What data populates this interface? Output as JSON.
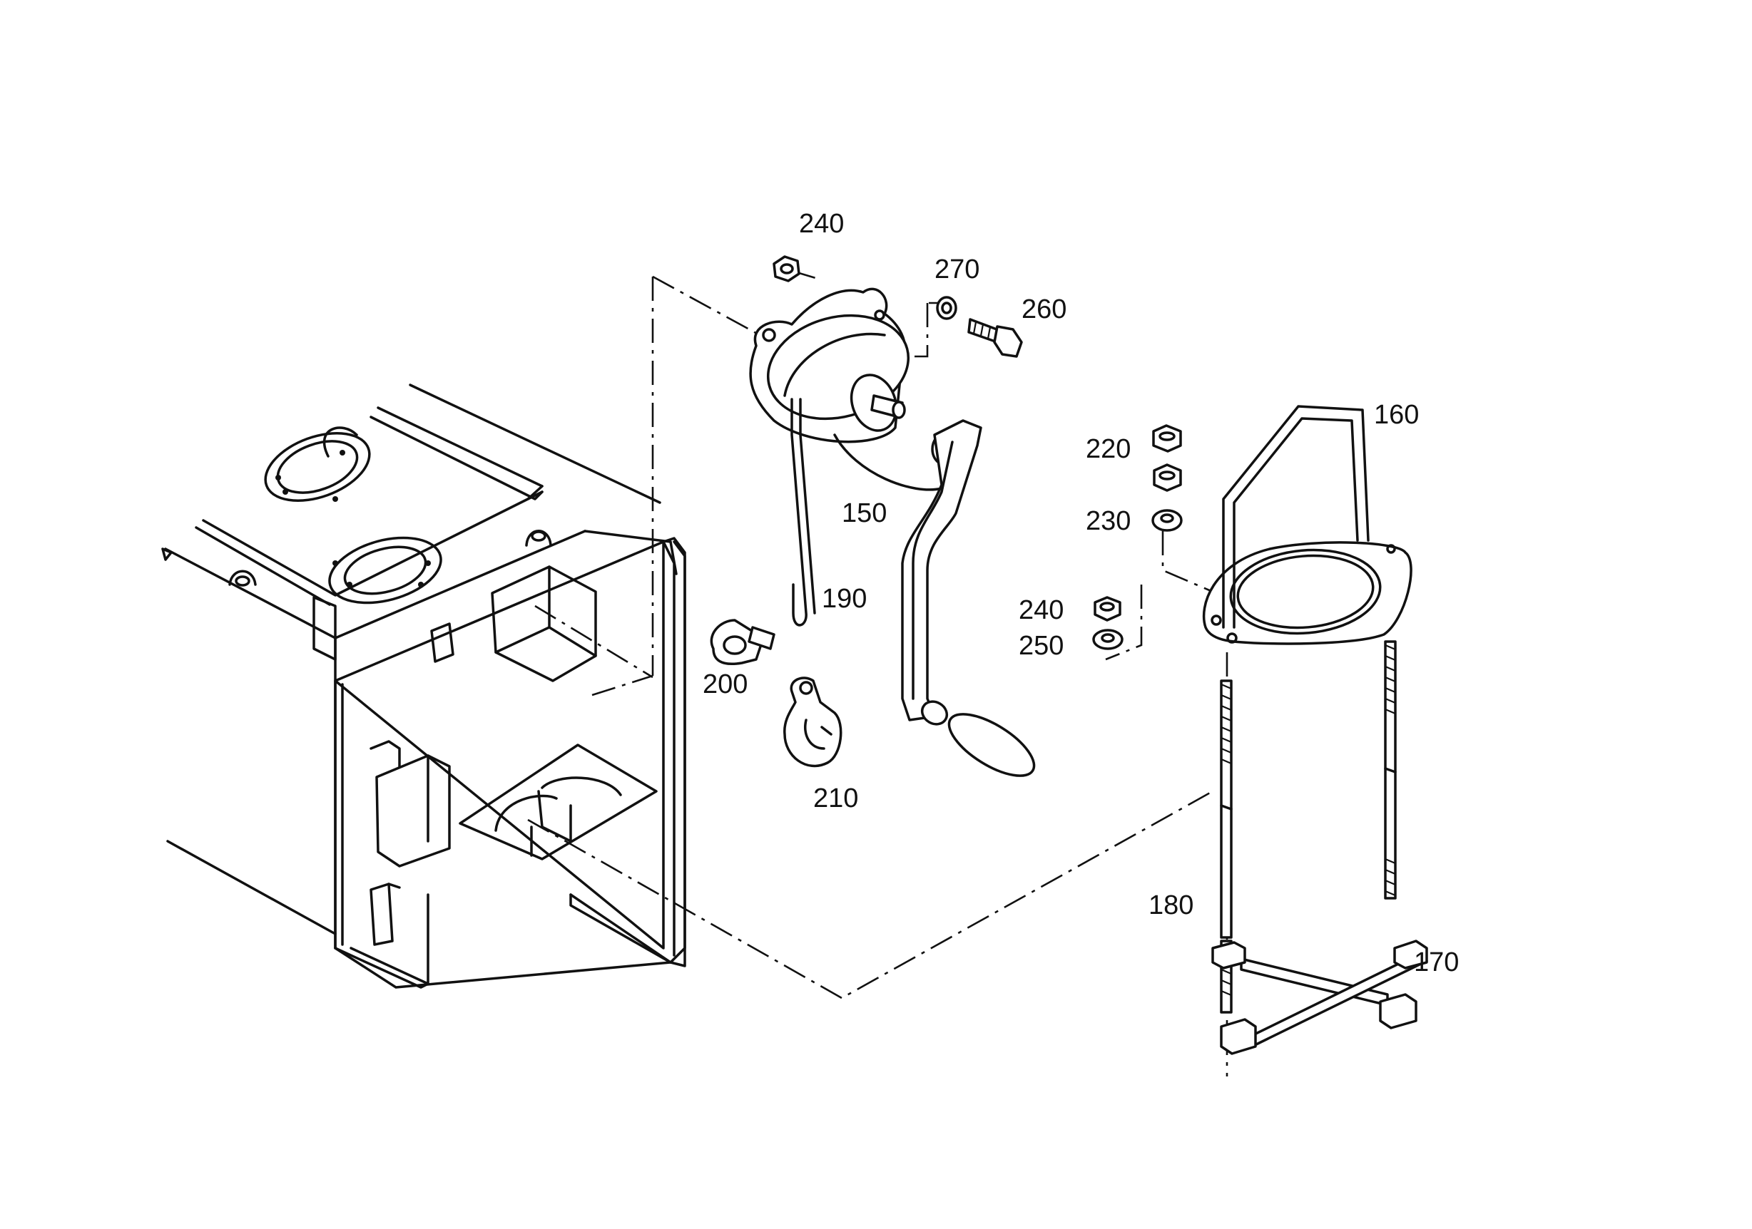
{
  "labels": {
    "p240a": "240",
    "p270": "270",
    "p260": "260",
    "p160": "160",
    "p220": "220",
    "p230": "230",
    "p150": "150",
    "p190": "190",
    "p240b": "240",
    "p250": "250",
    "p200": "200",
    "p210": "210",
    "p180": "180",
    "p170": "170"
  }
}
